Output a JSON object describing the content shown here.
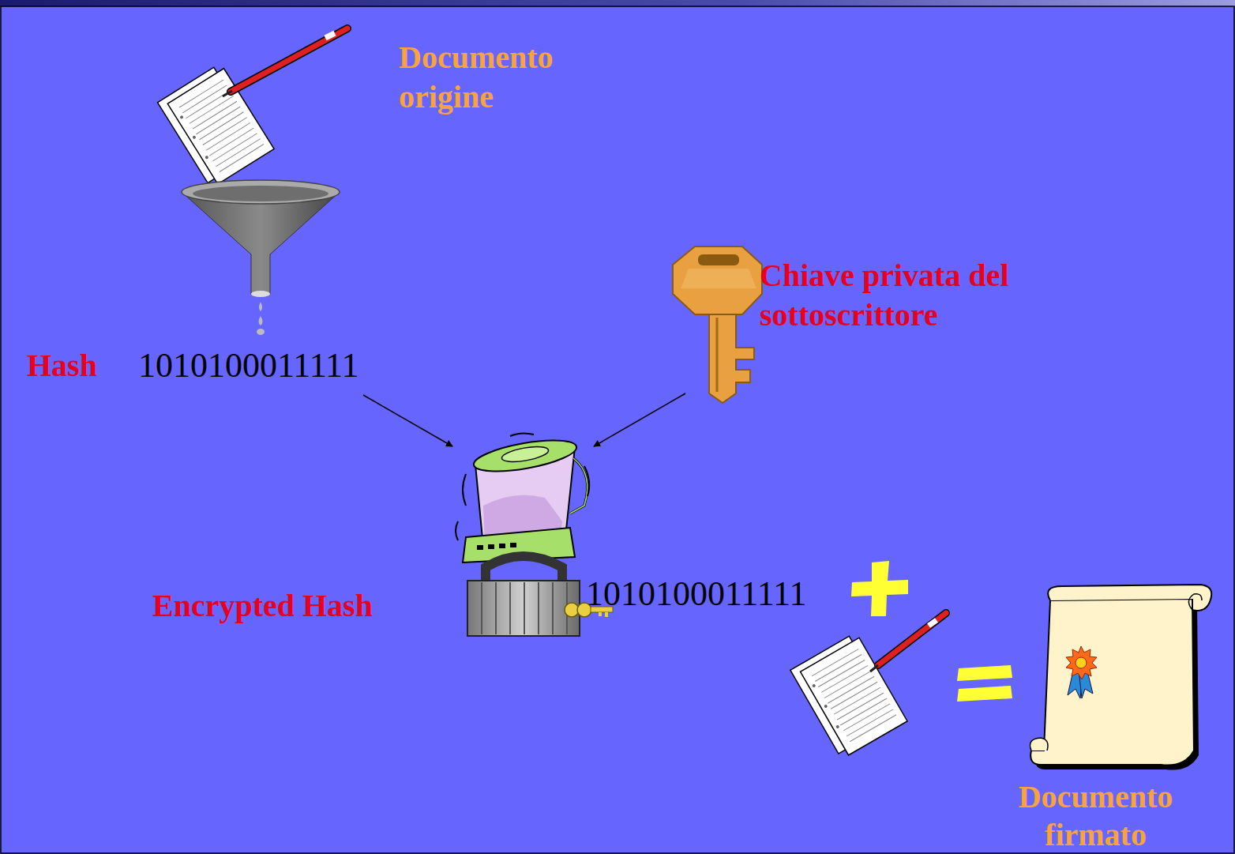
{
  "diagram": {
    "nodes": [
      {
        "text": [
          "Documento origine"
        ]
      },
      {
        "text": [
          "Hash",
          "1010100011111"
        ]
      },
      {
        "text": [
          "Chiave privata del sottoscrittore"
        ]
      },
      {
        "text": [
          "Encrypted Hash",
          "1010100011111"
        ]
      },
      {
        "text": [
          "Documento firmato"
        ]
      }
    ],
    "edges": [
      {
        "from": 1,
        "to": 3,
        "arrow": "to"
      },
      {
        "from": 2,
        "to": 3,
        "arrow": "to"
      }
    ]
  }
}
